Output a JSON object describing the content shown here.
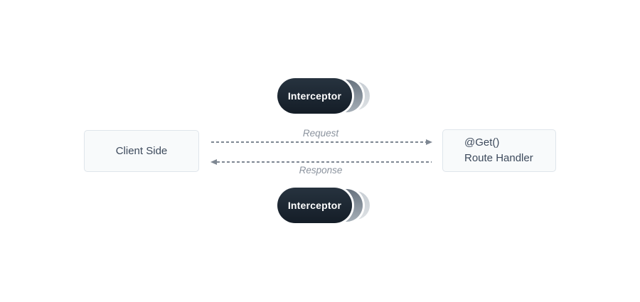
{
  "diagram": {
    "client_box": {
      "label": "Client Side"
    },
    "route_handler_box": {
      "decorator": "@Get()",
      "label": "Route Handler"
    },
    "interceptor_top": {
      "label": "Interceptor"
    },
    "interceptor_bottom": {
      "label": "Interceptor"
    },
    "request_arrow": {
      "label": "Request",
      "direction": "right"
    },
    "response_arrow": {
      "label": "Response",
      "direction": "left"
    }
  },
  "colors": {
    "page_bg": "#ffffff",
    "box_bg": "#f8fafb",
    "box_border": "#dfe5eb",
    "box_text": "#3d4a5c",
    "pill_bg_top": "#27333f",
    "pill_bg_bottom": "#141d27",
    "pill_text": "#ffffff",
    "pill_layer_mid": "#a6afb7",
    "pill_layer_back": "#c8ced4",
    "arrow": "#7e8792",
    "arrow_label": "#8b939e"
  }
}
